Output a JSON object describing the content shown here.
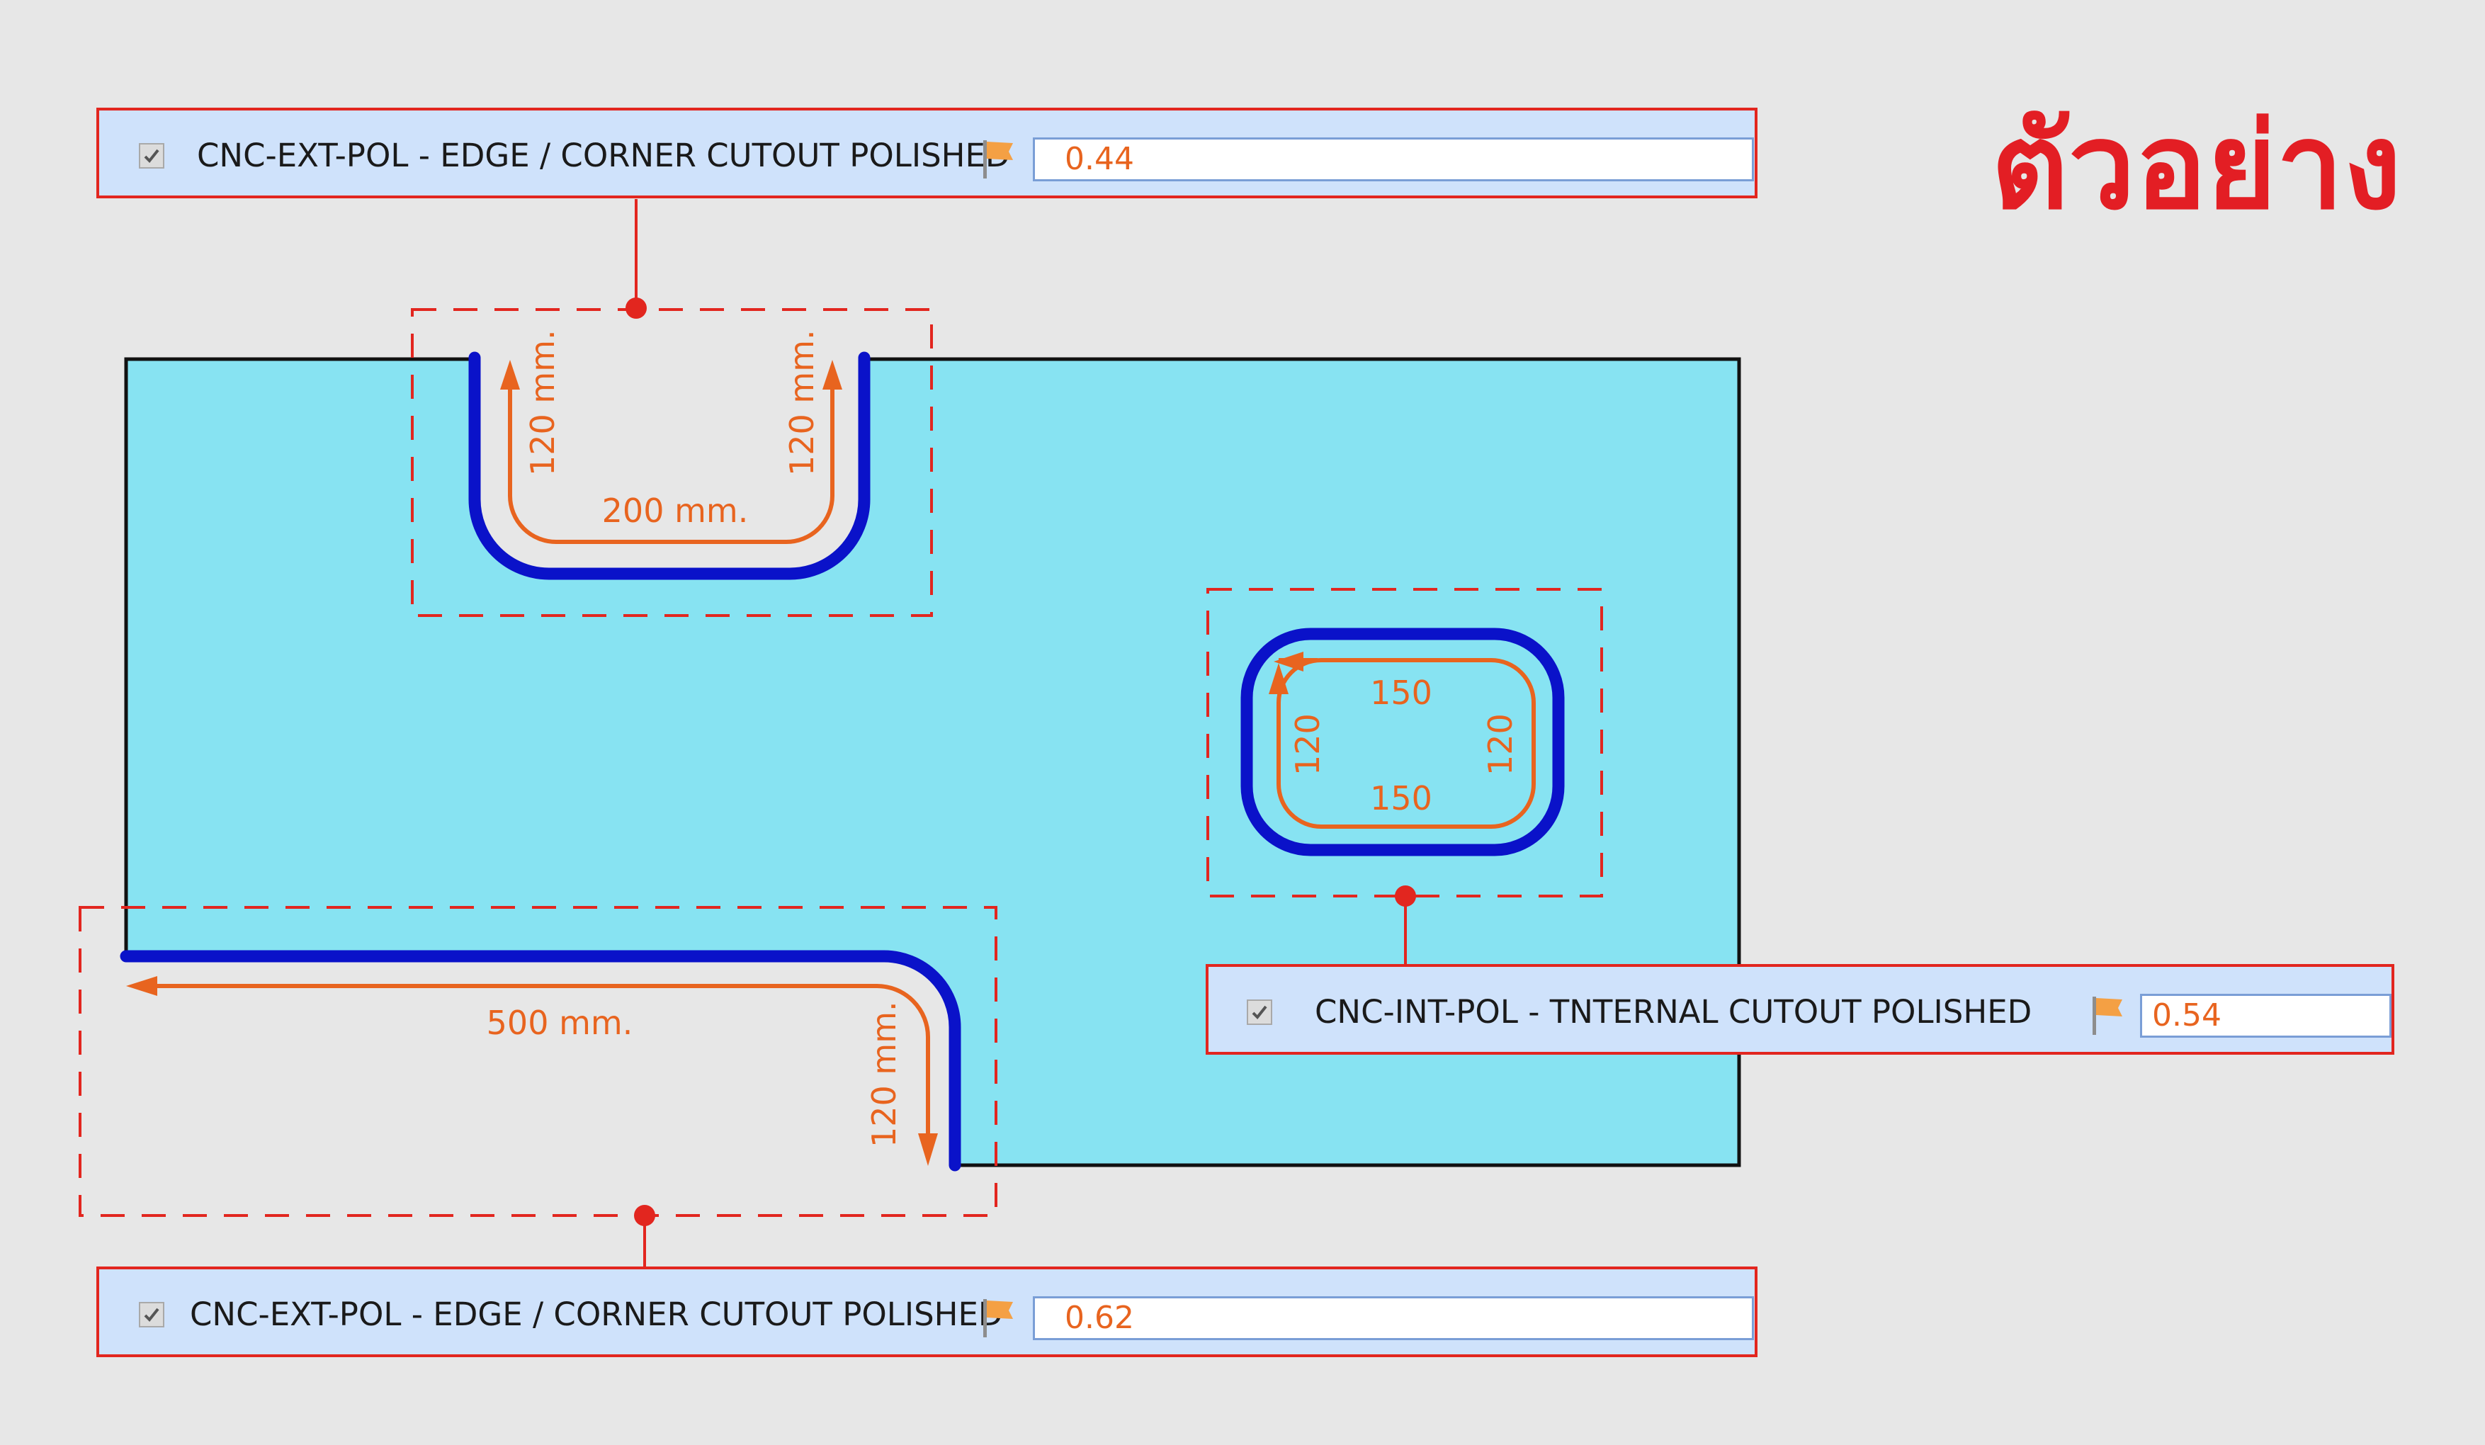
{
  "title": "ตัวอย่าง",
  "colors": {
    "background": "#e7e7e7",
    "panel_fill": "#cfe2fb",
    "panel_border": "#e2261f",
    "glass_fill": "#87e3f2",
    "cut_edge": "#0a12c9",
    "dimension": "#e8641f",
    "callout": "#e2261f"
  },
  "panels": [
    {
      "checked": true,
      "label": "CNC-EXT-POL - EDGE / CORNER CUTOUT POLISHED",
      "icon": "flag-icon",
      "value": "0.44"
    },
    {
      "checked": true,
      "label": "CNC-INT-POL - TNTERNAL CUTOUT POLISHED",
      "icon": "flag-icon",
      "value": "0.54"
    },
    {
      "checked": true,
      "label": "CNC-EXT-POL - EDGE / CORNER CUTOUT POLISHED",
      "icon": "flag-icon",
      "value": "0.62"
    }
  ],
  "dimensions": {
    "top_cutout": {
      "left": "120 mm.",
      "right": "120 mm.",
      "bottom": "200 mm."
    },
    "internal_cutout": {
      "top": "150",
      "bottom": "150",
      "left": "120",
      "right": "120"
    },
    "corner_cutout": {
      "horizontal": "500 mm.",
      "vertical": "120 mm."
    }
  }
}
